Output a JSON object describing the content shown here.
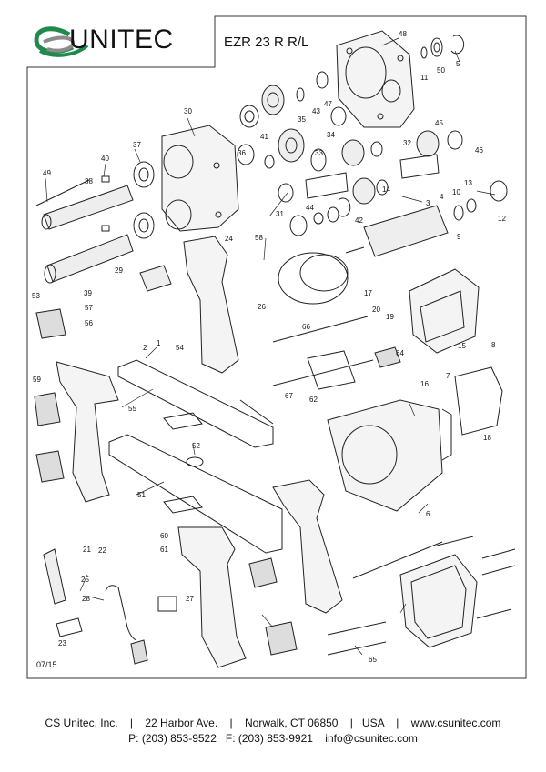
{
  "header": {
    "brand_name": "UNITEC",
    "model": "EZR 23 R R/L",
    "brand_colors": {
      "green": "#1f8a4c",
      "gray": "#8c8c8c"
    }
  },
  "date_code": "07/15",
  "callouts": [
    {
      "id": "48"
    },
    {
      "id": "5"
    },
    {
      "id": "11"
    },
    {
      "id": "50"
    },
    {
      "id": "47"
    },
    {
      "id": "43"
    },
    {
      "id": "35"
    },
    {
      "id": "30"
    },
    {
      "id": "34"
    },
    {
      "id": "45"
    },
    {
      "id": "46"
    },
    {
      "id": "41"
    },
    {
      "id": "36"
    },
    {
      "id": "37"
    },
    {
      "id": "40"
    },
    {
      "id": "32"
    },
    {
      "id": "33"
    },
    {
      "id": "49"
    },
    {
      "id": "38"
    },
    {
      "id": "13"
    },
    {
      "id": "10"
    },
    {
      "id": "4"
    },
    {
      "id": "3"
    },
    {
      "id": "12"
    },
    {
      "id": "14"
    },
    {
      "id": "31"
    },
    {
      "id": "44"
    },
    {
      "id": "42"
    },
    {
      "id": "9"
    },
    {
      "id": "58"
    },
    {
      "id": "24"
    },
    {
      "id": "29"
    },
    {
      "id": "17"
    },
    {
      "id": "39"
    },
    {
      "id": "53"
    },
    {
      "id": "57"
    },
    {
      "id": "1"
    },
    {
      "id": "2"
    },
    {
      "id": "26"
    },
    {
      "id": "20"
    },
    {
      "id": "19"
    },
    {
      "id": "15"
    },
    {
      "id": "56"
    },
    {
      "id": "66"
    },
    {
      "id": "8"
    },
    {
      "id": "54"
    },
    {
      "id": "64"
    },
    {
      "id": "59"
    },
    {
      "id": "67"
    },
    {
      "id": "62"
    },
    {
      "id": "16"
    },
    {
      "id": "7"
    },
    {
      "id": "6"
    },
    {
      "id": "55"
    },
    {
      "id": "18"
    },
    {
      "id": "52"
    },
    {
      "id": "51"
    },
    {
      "id": "21"
    },
    {
      "id": "22"
    },
    {
      "id": "60"
    },
    {
      "id": "61"
    },
    {
      "id": "25"
    },
    {
      "id": "28"
    },
    {
      "id": "27"
    },
    {
      "id": "23"
    },
    {
      "id": "65"
    }
  ],
  "footer": {
    "line1": "CS Unitec, Inc.    |    22 Harbor Ave.    |    Norwalk, CT 06850    |   USA    |    www.csunitec.com",
    "line2": "P: (203) 853-9522   F: (203) 853-9921    info@csunitec.com"
  }
}
